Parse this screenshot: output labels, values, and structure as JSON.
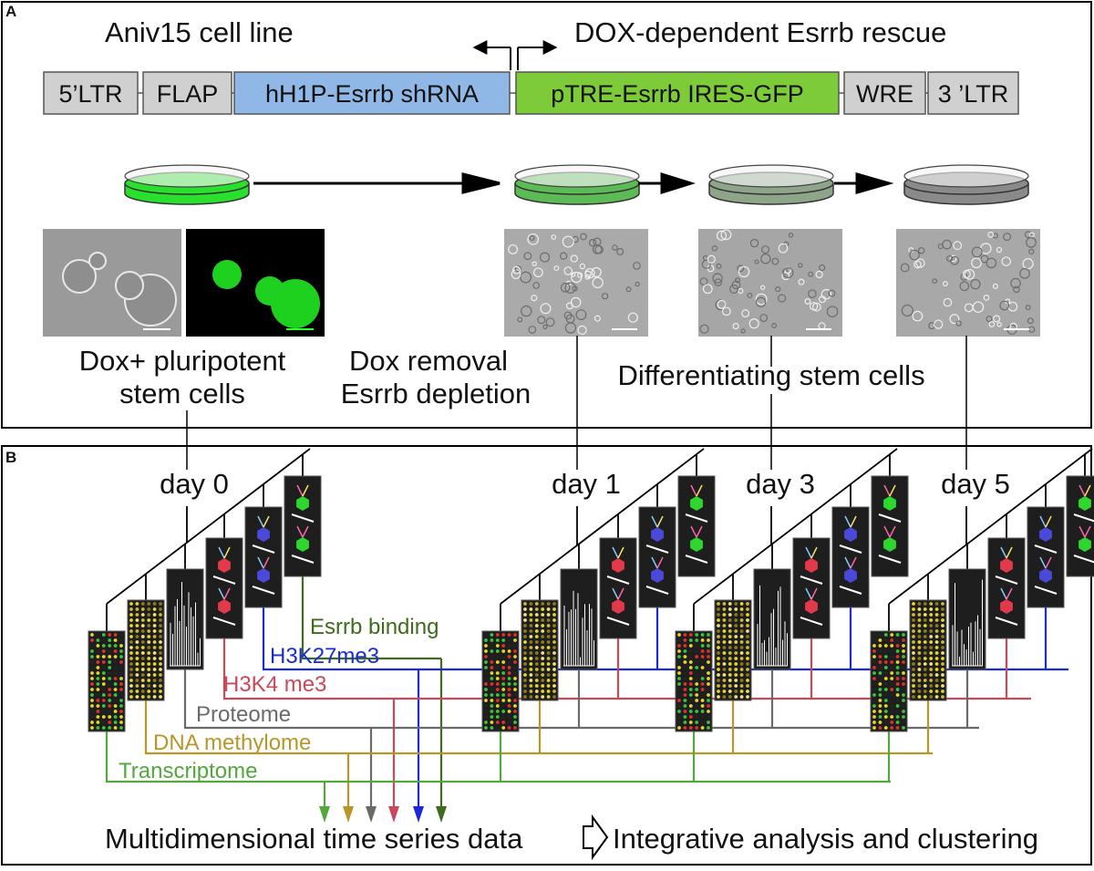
{
  "panel_a": {
    "letter": "A",
    "cell_line_label": "Aniv15 cell line",
    "rescue_label": "DOX-dependent Esrrb rescue",
    "construct": [
      {
        "label": "5’LTR",
        "color": "#d0d0d0"
      },
      {
        "label": "FLAP",
        "color": "#d0d0d0"
      },
      {
        "label": "hH1P-Esrrb shRNA",
        "color": "#8fb8e6"
      },
      {
        "label": "pTRE-Esrrb IRES-GFP",
        "color": "#7ecb3a"
      },
      {
        "label": "WRE",
        "color": "#d0d0d0"
      },
      {
        "label": "3 ’LTR",
        "color": "#d0d0d0"
      }
    ],
    "dish_colors": [
      "#29e02c",
      "#5dbb55",
      "#8ea58a",
      "#8a8a8a"
    ],
    "captions": {
      "pluripotent": [
        "Dox+ pluripotent",
        "stem cells"
      ],
      "removal": [
        "Dox removal",
        "Esrrb depletion"
      ],
      "differentiating": "Differentiating stem cells"
    }
  },
  "panel_b": {
    "letter": "B",
    "days": [
      "day 0",
      "day 1",
      "day 3",
      "day 5"
    ],
    "layers": [
      {
        "label": "Esrrb binding",
        "color": "#3e6b1e"
      },
      {
        "label": "H3K27me3",
        "color": "#1a2bd6"
      },
      {
        "label": "H3K4 me3",
        "color": "#c9485a"
      },
      {
        "label": "Proteome",
        "color": "#6a6a6a"
      },
      {
        "label": "DNA methylome",
        "color": "#b8962a"
      },
      {
        "label": "Transcriptome",
        "color": "#52a83c"
      }
    ],
    "output_label": "Multidimensional time series data",
    "analysis_label": "Integrative analysis and clustering"
  }
}
